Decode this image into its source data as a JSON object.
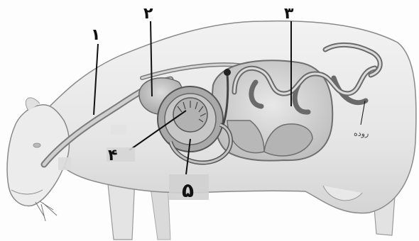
{
  "labels": {
    "esophagus": "۱",
    "reticulum": "۲",
    "rumen": "۳",
    "omasum": "۴",
    "abomasum": "۵",
    "intestine": "روده"
  }
}
